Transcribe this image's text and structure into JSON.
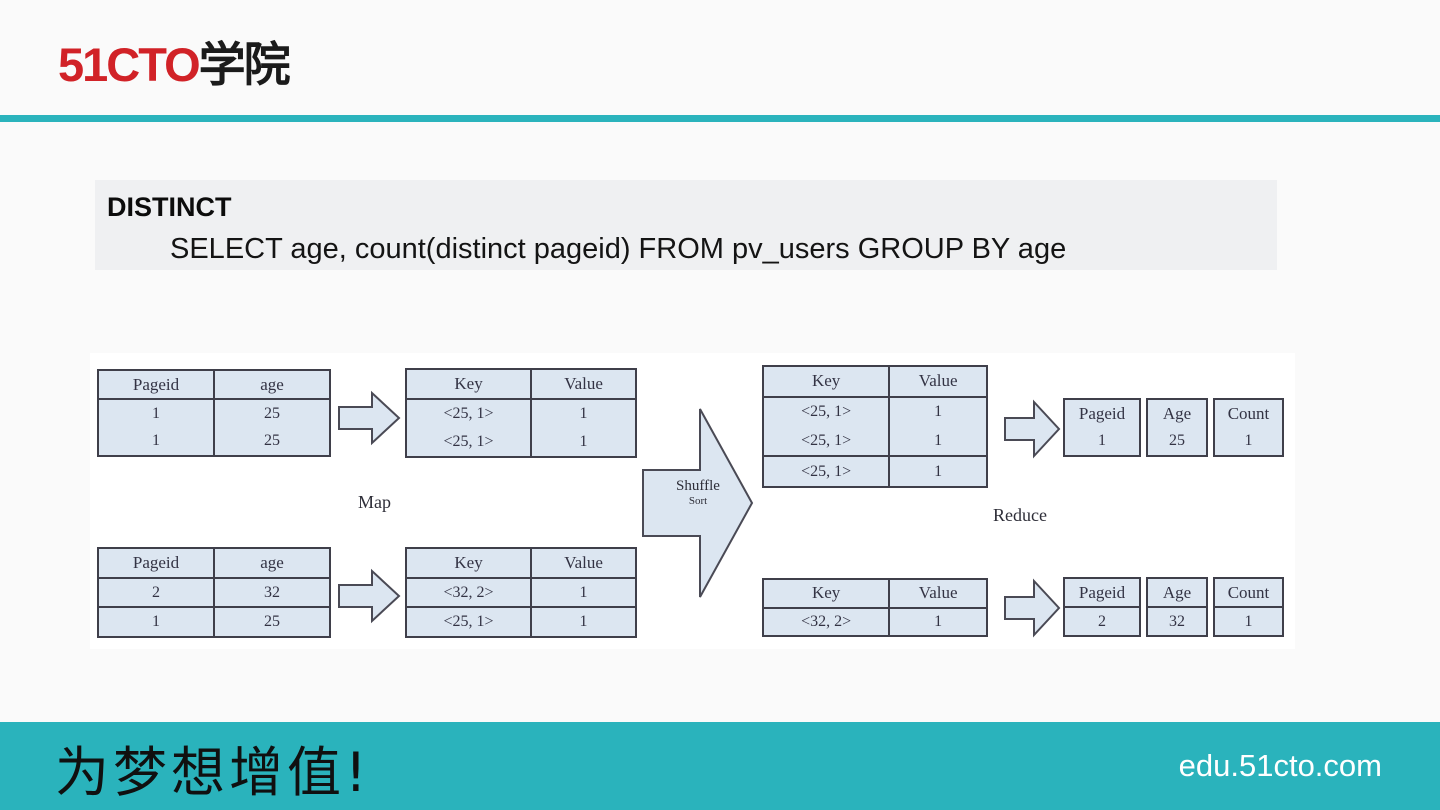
{
  "header": {
    "logo_red": "51CTO",
    "logo_black": "学院"
  },
  "statement": {
    "title": "DISTINCT",
    "query": "SELECT age, count(distinct pageid) FROM pv_users GROUP BY age"
  },
  "diagram": {
    "map_label": "Map",
    "reduce_label": "Reduce",
    "shuffle_label_line1": "Shuffle",
    "shuffle_label_line2": "Sort",
    "input_table_top": {
      "headers": [
        "Pageid",
        "age"
      ],
      "rows": [
        [
          "1",
          "25"
        ],
        [
          "1",
          "25"
        ]
      ]
    },
    "map_output_top": {
      "headers": [
        "Key",
        "Value"
      ],
      "rows": [
        [
          "<25, 1>",
          "1"
        ],
        [
          "<25, 1>",
          "1"
        ]
      ]
    },
    "input_table_bottom": {
      "headers": [
        "Pageid",
        "age"
      ],
      "rows": [
        [
          "2",
          "32"
        ],
        [
          "1",
          "25"
        ]
      ]
    },
    "map_output_bottom": {
      "headers": [
        "Key",
        "Value"
      ],
      "rows": [
        [
          "<32, 2>",
          "1"
        ],
        [
          "<25, 1>",
          "1"
        ]
      ]
    },
    "shuffle_output_top": {
      "headers": [
        "Key",
        "Value"
      ],
      "rows": [
        [
          "<25, 1>",
          "1"
        ],
        [
          "<25, 1>",
          "1"
        ],
        [
          "<25, 1>",
          "1"
        ]
      ]
    },
    "reduce_output_top": {
      "headers": [
        "Pageid",
        "Age",
        "Count"
      ],
      "values": [
        "1",
        "25",
        "1"
      ]
    },
    "shuffle_output_bottom": {
      "headers": [
        "Key",
        "Value"
      ],
      "rows": [
        [
          "<32, 2>",
          "1"
        ]
      ]
    },
    "reduce_output_bottom": {
      "headers": [
        "Pageid",
        "Age",
        "Count"
      ],
      "values": [
        "2",
        "32",
        "1"
      ]
    }
  },
  "footer": {
    "slogan": "为梦想增值!",
    "website": "edu.51cto.com"
  },
  "colors": {
    "teal": "#2ab3bc",
    "logo_red": "#d12227",
    "table_fill": "#dce6f1",
    "table_border": "#3f3f4a",
    "statement_bg": "#eff0f2"
  }
}
